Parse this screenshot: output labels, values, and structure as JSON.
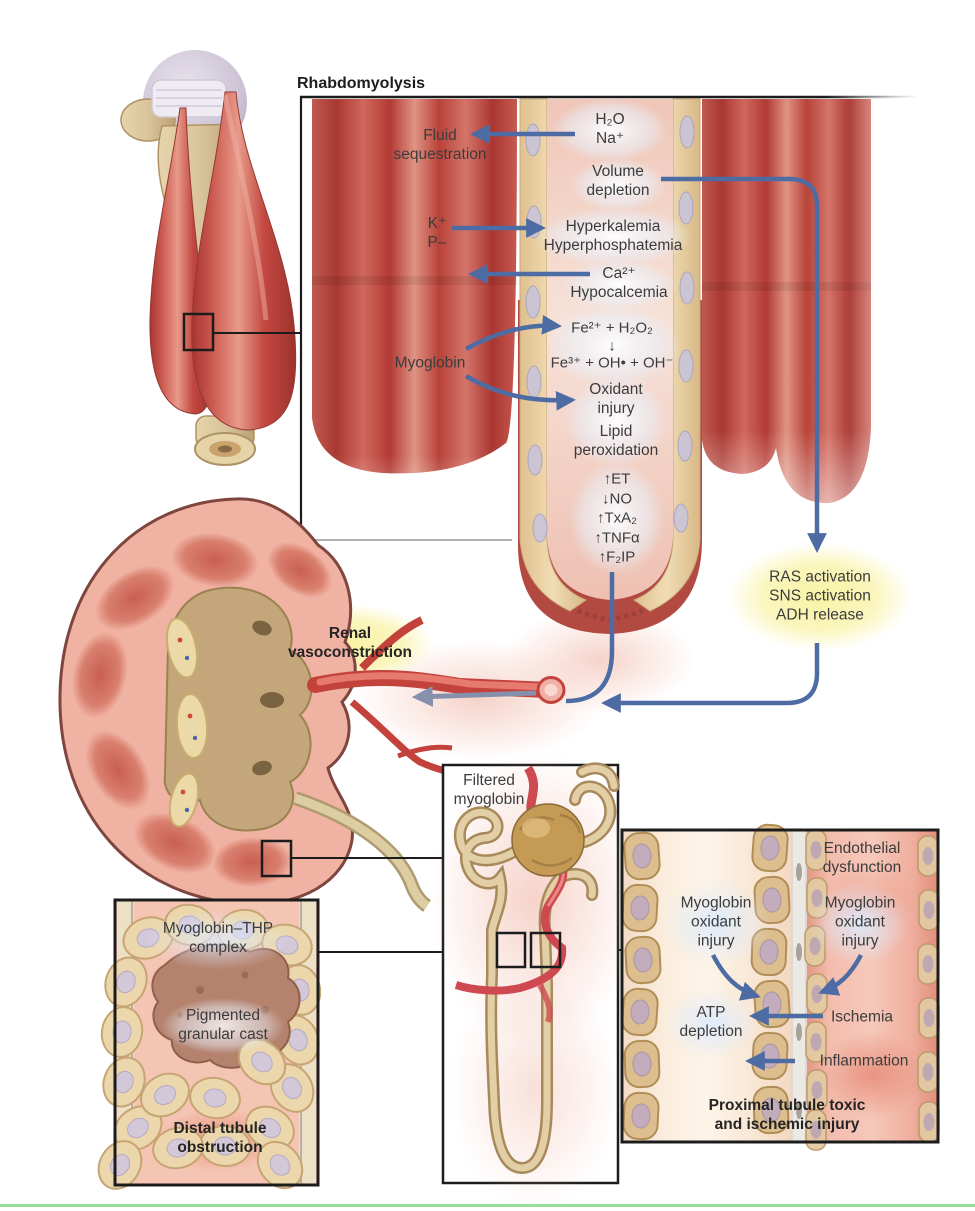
{
  "figure": {
    "title": "Rhabdomyolysis",
    "muscle_panel": {
      "h2o_na": "H₂O\nNa⁺",
      "fluid_sequestration": "Fluid\nsequestration",
      "volume_depletion": "Volume\ndepletion",
      "k_p": "K⁺\nP–",
      "hyperkalemia_block": "Hyperkalemia\nHyperphosphatemia",
      "calcium_block": "Ca²⁺\nHypocalcemia",
      "myoglobin": "Myoglobin",
      "fenton_block": "Fe²⁺ + H₂O₂\n↓\nFe³⁺ + OH• + OH⁻",
      "oxidant_injury": "Oxidant\ninjury",
      "lipid_peroxidation": "Lipid\nperoxidation",
      "mediators": "↑ET\n↓NO\n↑TxA₂\n↑TNFα\n↑F₂IP"
    },
    "neurohormonal_block": "RAS activation\nSNS activation\nADH release",
    "renal_vasoconstriction": "Renal\nvasoconstriction",
    "nephron_panel": {
      "filtered_myoglobin": "Filtered\nmyoglobin"
    },
    "distal_box": {
      "myoglobin_thp_complex": "Myoglobin–THP\ncomplex",
      "pigmented_granular_cast": "Pigmented\ngranular cast",
      "caption": "Distal tubule\nobstruction"
    },
    "proximal_box": {
      "endothelial_dysfunction": "Endothelial\ndysfunction",
      "myoglobin_oxidant_injury_left": "Myoglobin\noxidant\ninjury",
      "myoglobin_oxidant_injury_right": "Myoglobin\noxidant\ninjury",
      "atp_depletion": "ATP\ndepletion",
      "ischemia": "Ischemia",
      "inflammation": "Inflammation",
      "caption": "Proximal tubule toxic\nand ischemic injury"
    },
    "colors": {
      "arrow_blue": "#4e6ca4",
      "highlight_yellow": "#f8f2a0",
      "connector_black": "#1c1c1c",
      "muscle_red": "#b93a34",
      "bone_tan": "#d9c49c",
      "bottom_rule_green": "#97df97"
    }
  }
}
